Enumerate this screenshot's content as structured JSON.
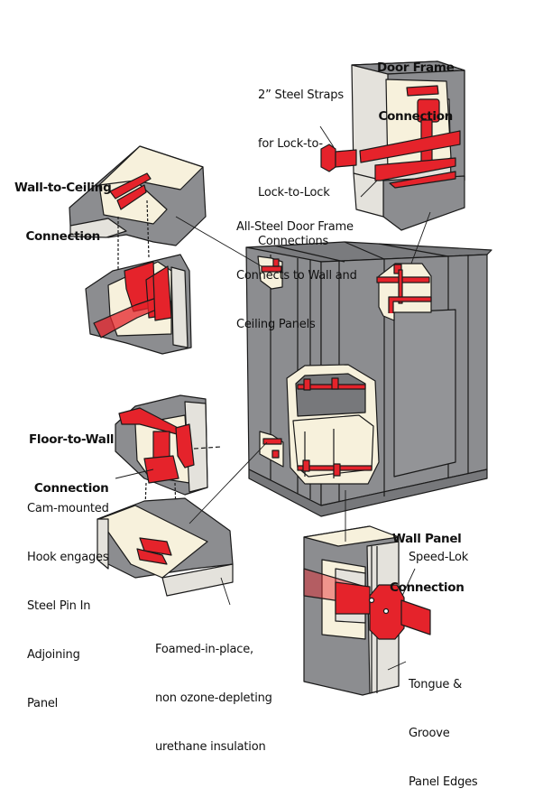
{
  "colors": {
    "steel_red": "#e5232b",
    "panel_gray": "#8c8d90",
    "panel_gray_dark": "#6e6f72",
    "insulation_cream": "#f7f1dc",
    "panel_light": "#e4e2dc",
    "outline": "#1a1a1a"
  },
  "callouts": {
    "door_frame": {
      "title": [
        "Door Frame",
        "Connection"
      ],
      "straps": [
        "2” Steel Straps",
        "for Lock-to-",
        "Lock-to-Lock",
        "Connections"
      ],
      "frame": [
        "All-Steel Door Frame",
        "Connects to Wall and",
        "Ceiling Panels"
      ]
    },
    "wall_to_ceiling": {
      "title": [
        "Wall-to-Ceiling",
        "Connection"
      ]
    },
    "floor_to_wall": {
      "title": [
        "Floor-to-Wall",
        "Connection"
      ],
      "hook": [
        "Cam-mounted",
        "Hook engages",
        "Steel Pin In",
        "Adjoining",
        "Panel"
      ]
    },
    "insulation": {
      "text": [
        "Foamed-in-place,",
        "non ozone-depleting",
        "urethane insulation"
      ]
    },
    "wall_panel": {
      "title": [
        "Wall Panel",
        "Connection"
      ],
      "speed_lok": "Speed-Lok",
      "edges": [
        "Tongue &",
        "Groove",
        "Panel Edges"
      ]
    }
  }
}
